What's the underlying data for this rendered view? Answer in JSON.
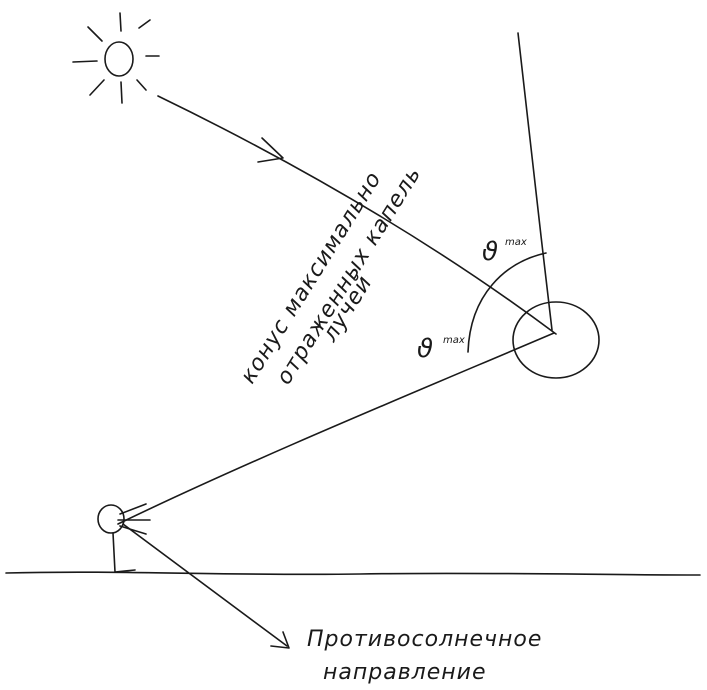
{
  "diagram": {
    "cone_label": {
      "line1": "конус максимально",
      "line2": "отраженных капель",
      "line3": "лучей"
    },
    "theta_upper": {
      "symbol": "ϑ",
      "subscript": "max"
    },
    "theta_lower": {
      "symbol": "ϑ",
      "subscript": "max"
    },
    "antisolar_label": {
      "line1": "Противосолнечное",
      "line2": "направление"
    }
  }
}
